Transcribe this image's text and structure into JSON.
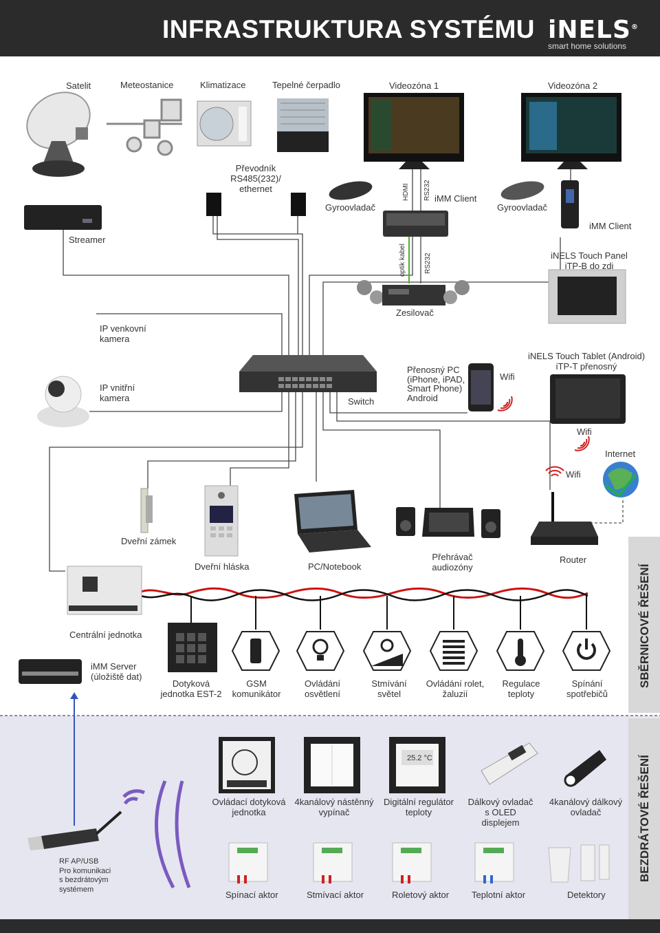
{
  "header": {
    "title": "INFRASTRUKTURA SYSTÉMU",
    "logo": "iNELS",
    "logo_registered": "®",
    "tagline": "smart home solutions"
  },
  "side_labels": {
    "bus": "SBĚRNICOVÉ ŘEŠENÍ",
    "wireless": "BEZDRÁTOVÉ ŘEŠENÍ"
  },
  "top_devices": {
    "satelit": "Satelit",
    "meteostanice": "Meteostanice",
    "klimatizace": "Klimatizace",
    "tepelne_cerpadlo": "Tepelné čerpadlo",
    "videozona1": "Videozóna 1",
    "videozona2": "Videozóna 2",
    "prevodnik": "Převodník\nRS485(232)/\nethernet",
    "gyro1": "Gyroovladač",
    "gyro2": "Gyroovladač",
    "hdmi": "HDMI",
    "rs232_top": "RS232",
    "imm_client1": "iMM Client",
    "imm_client2": "iMM Client",
    "streamer": "Streamer",
    "optik_kabel": "optik kabel",
    "rs232_bottom": "RS232",
    "touch_panel": "iNELS Touch Panel\niTP-B do zdi",
    "zesilovac": "Zesilovač"
  },
  "network": {
    "ip_venkovni": "IP venkovní\nkamera",
    "ip_vnitrni": "IP vnitřní\nkamera",
    "switch": "Switch",
    "prenosny_pc": "Přenosný PC\n(iPhone, iPAD,\nSmart Phone)\nAndroid",
    "wifi1": "Wifi",
    "touch_tablet": "iNELS Touch Tablet (Android)\niTP-T přenosný",
    "wifi2": "Wifi",
    "internet": "Internet",
    "wifi3": "Wifi",
    "dverni_zamek": "Dveřní zámek",
    "dverni_hlaska": "Dveřní hláska",
    "pc_notebook": "PC/Notebook",
    "prehravac": "Přehrávač\naudiozóny",
    "router": "Router"
  },
  "bus_devices": {
    "centralni": "Centrální jednotka",
    "imm_server": "iMM Server\n(úložiště dat)",
    "dotykova": "Dotyková\njednotka EST-2",
    "gsm": "GSM\nkomunikátor",
    "ovladani_osvetleni": "Ovládání\nosvětlení",
    "stmivani": "Stmívání\nsvětel",
    "rolety": "Ovládání rolet,\nžaluzií",
    "regulace": "Regulace\nteploty",
    "spinani": "Spínání\nspotřebičů"
  },
  "wireless_devices": {
    "ovladaci_dotykova": "Ovládací dotyková\njednotka",
    "vypinac": "4kanálový nástěnný\nvypínač",
    "regulator": "Digitální regulátor\nteploty",
    "regulator_display": "25.2 °C",
    "dalkovy_oled": "Dálkový ovladač\ns OLED displejem",
    "dalkovy_4k": "4kanálový dálkový\novladač",
    "rf_usb": "RF AP/USB\nPro komunikaci\ns bezdrátovým\nsystémem",
    "spinaci_aktor": "Spínací aktor",
    "stmivaci_aktor": "Stmívací aktor",
    "roletovy_aktor": "Roletový aktor",
    "teplotni_aktor": "Teplotní aktor",
    "detektory": "Detektory"
  },
  "colors": {
    "header_bg": "#2b2b2b",
    "bus_red": "#cc1111",
    "wireless_bg": "#e6e6f0",
    "wifi_red": "#cc2222",
    "optik_green": "#55aa33",
    "wireless_purple": "#7a5bbf"
  }
}
